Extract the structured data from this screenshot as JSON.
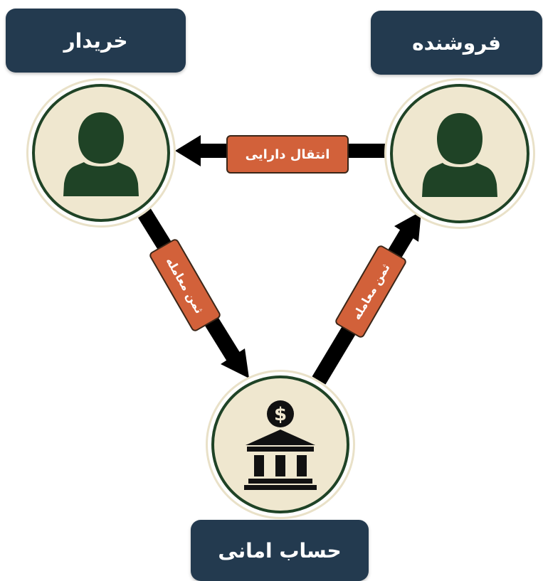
{
  "roles": {
    "buyer": "خریدار",
    "seller": "فروشنده",
    "escrow": "حساب امانی"
  },
  "flows": {
    "asset_transfer": "انتقال دارایی",
    "payment_buyer_to_escrow": "ثمن معامله",
    "payment_escrow_to_seller": "ثمن معامله"
  },
  "icons": {
    "buyer": "person-icon",
    "seller": "person-icon",
    "escrow": "bank-dollar-icon"
  },
  "colors": {
    "box": "#233a4f",
    "tag": "#d2613a",
    "node_fill": "#efe7cf",
    "icon": "#1f4326"
  }
}
